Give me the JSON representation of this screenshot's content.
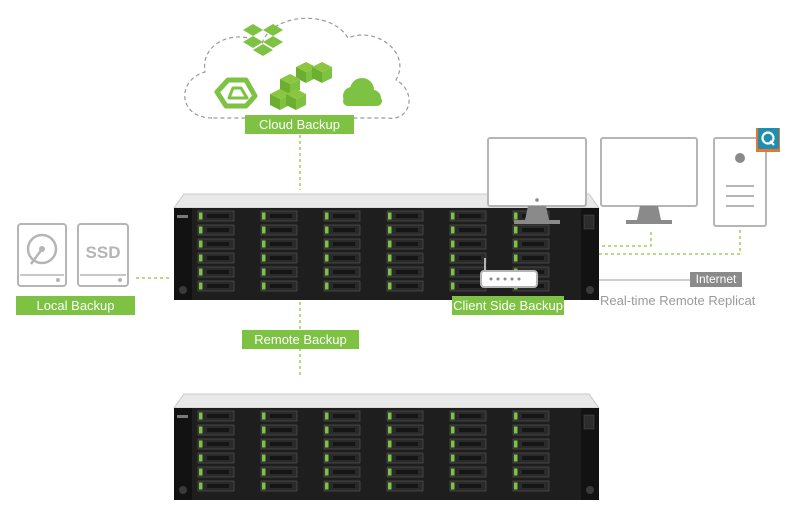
{
  "labels": {
    "cloud_backup": "Cloud Backup",
    "local_backup": "Local Backup",
    "remote_backup": "Remote Backup",
    "client_side_backup": "Client Side Backup",
    "internet": "Internet",
    "realtime_replication": "Real-time Remote Replicat"
  },
  "drive_labels": {
    "ssd": "SSD"
  },
  "colors": {
    "accent_green": "#7dc242",
    "dashed_line": "#8cc63f",
    "device_gray": "#b5b5b5",
    "server_dark": "#1e1e1e",
    "internet_badge": "#8a8a8a"
  },
  "icons": [
    "dropbox-icon",
    "google-drive-icon",
    "aws-icon",
    "onedrive-icon",
    "cloud-icon",
    "hdd-icon",
    "ssd-icon",
    "nas-server-icon",
    "router-icon",
    "monitor-icon",
    "pc-tower-icon",
    "app-badge-icon"
  ]
}
